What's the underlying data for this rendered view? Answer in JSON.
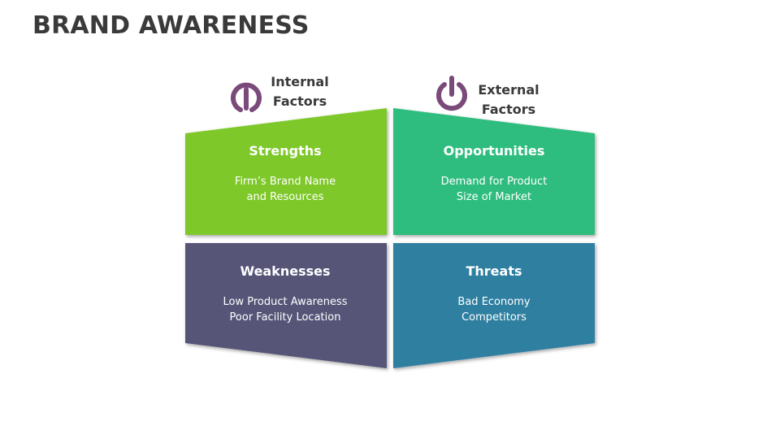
{
  "title": "BRAND AWARENESS",
  "factors": {
    "internal": {
      "line1": "Internal",
      "line2": "Factors",
      "icon": "power-plug-icon"
    },
    "external": {
      "line1": "External",
      "line2": "Factors",
      "icon": "power-icon"
    }
  },
  "quadrants": {
    "strengths": {
      "title": "Strengths",
      "line1": "Firm’s Brand Name",
      "line2": "and Resources",
      "color": "#7ec82a"
    },
    "opportunities": {
      "title": "Opportunities",
      "line1": "Demand for Product",
      "line2": "Size of Market",
      "color": "#2ebd7e"
    },
    "weaknesses": {
      "title": "Weaknesses",
      "line1": "Low Product Awareness",
      "line2": "Poor Facility Location",
      "color": "#565478"
    },
    "threats": {
      "title": "Threats",
      "line1": "Bad Economy",
      "line2": "Competitors",
      "color": "#2e7fa0"
    }
  },
  "icon_color": "#7a4a7a",
  "title_color": "#3a3a3a"
}
